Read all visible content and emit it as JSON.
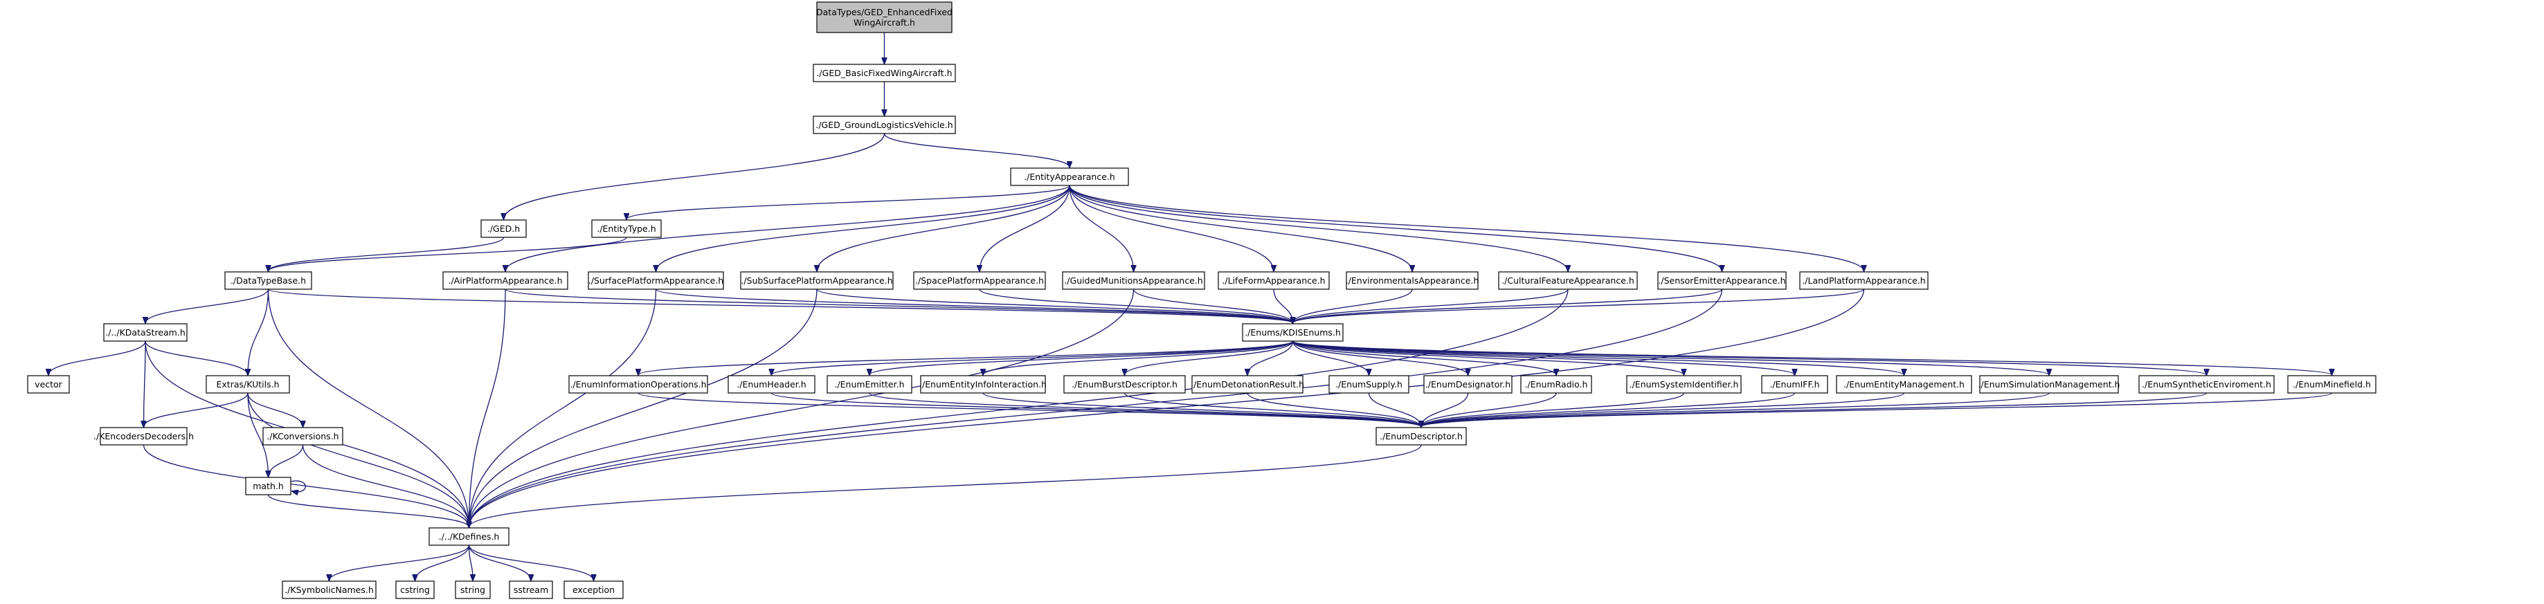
{
  "diagram": {
    "type": "include-dependency-graph",
    "colors": {
      "edge": "#191970",
      "root_fill": "#bfbfbf",
      "node_border": "#000000",
      "system_border": "#bfbfbf"
    },
    "nodes": [
      {
        "id": "root",
        "lines": [
          "DataTypes/GED_EnhancedFixed",
          "WingAircraft.h"
        ],
        "kind": "root"
      },
      {
        "id": "basicfixed",
        "lines": [
          "./GED_BasicFixedWingAircraft.h"
        ]
      },
      {
        "id": "groundlog",
        "lines": [
          "./GED_GroundLogisticsVehicle.h"
        ]
      },
      {
        "id": "entityapp",
        "lines": [
          "./EntityAppearance.h"
        ]
      },
      {
        "id": "ged",
        "lines": [
          "./GED.h"
        ]
      },
      {
        "id": "entitytype",
        "lines": [
          "./EntityType.h"
        ]
      },
      {
        "id": "datatypebase",
        "lines": [
          "./DataTypeBase.h"
        ]
      },
      {
        "id": "air",
        "lines": [
          "./AirPlatformAppearance.h"
        ]
      },
      {
        "id": "surface",
        "lines": [
          "./SurfacePlatformAppearance.h"
        ]
      },
      {
        "id": "subsurface",
        "lines": [
          "./SubSurfacePlatformAppearance.h"
        ]
      },
      {
        "id": "space",
        "lines": [
          "./SpacePlatformAppearance.h"
        ]
      },
      {
        "id": "guided",
        "lines": [
          "./GuidedMunitionsAppearance.h"
        ]
      },
      {
        "id": "lifeform",
        "lines": [
          "./LifeFormAppearance.h"
        ]
      },
      {
        "id": "envir",
        "lines": [
          "./EnvironmentalsAppearance.h"
        ]
      },
      {
        "id": "cultural",
        "lines": [
          "./CulturalFeatureAppearance.h"
        ]
      },
      {
        "id": "sensor",
        "lines": [
          "./SensorEmitterAppearance.h"
        ]
      },
      {
        "id": "land",
        "lines": [
          "./LandPlatformAppearance.h"
        ]
      },
      {
        "id": "datastream",
        "lines": [
          "./../KDataStream.h"
        ]
      },
      {
        "id": "kdisenums",
        "lines": [
          "./Enums/KDISEnums.h"
        ]
      },
      {
        "id": "vector",
        "lines": [
          "vector"
        ],
        "kind": "system"
      },
      {
        "id": "kutils",
        "lines": [
          "Extras/KUtils.h"
        ]
      },
      {
        "id": "infoops",
        "lines": [
          "./EnumInformationOperations.h"
        ]
      },
      {
        "id": "header",
        "lines": [
          "./EnumHeader.h"
        ]
      },
      {
        "id": "emitter",
        "lines": [
          "./EnumEmitter.h"
        ]
      },
      {
        "id": "entinfo",
        "lines": [
          "./EnumEntityInfoInteraction.h"
        ]
      },
      {
        "id": "burst",
        "lines": [
          "./EnumBurstDescriptor.h"
        ]
      },
      {
        "id": "deton",
        "lines": [
          "./EnumDetonationResult.h"
        ]
      },
      {
        "id": "supply",
        "lines": [
          "./EnumSupply.h"
        ]
      },
      {
        "id": "designator",
        "lines": [
          "./EnumDesignator.h"
        ]
      },
      {
        "id": "radio",
        "lines": [
          "./EnumRadio.h"
        ]
      },
      {
        "id": "sysid",
        "lines": [
          "./EnumSystemIdentifier.h"
        ]
      },
      {
        "id": "iff",
        "lines": [
          "./EnumIFF.h"
        ]
      },
      {
        "id": "entmgmt",
        "lines": [
          "./EnumEntityManagement.h"
        ]
      },
      {
        "id": "simmgmt",
        "lines": [
          "./EnumSimulationManagement.h"
        ]
      },
      {
        "id": "synth",
        "lines": [
          "./EnumSyntheticEnviroment.h"
        ]
      },
      {
        "id": "minefield",
        "lines": [
          "./EnumMinefield.h"
        ]
      },
      {
        "id": "encdec",
        "lines": [
          "./KEncodersDecoders.h"
        ]
      },
      {
        "id": "kconv",
        "lines": [
          "./KConversions.h"
        ]
      },
      {
        "id": "enumdesc",
        "lines": [
          "./EnumDescriptor.h"
        ]
      },
      {
        "id": "math",
        "lines": [
          "math.h"
        ]
      },
      {
        "id": "kdefines",
        "lines": [
          "./../KDefines.h"
        ]
      },
      {
        "id": "symbolic",
        "lines": [
          "./KSymbolicNames.h"
        ]
      },
      {
        "id": "cstring",
        "lines": [
          "cstring"
        ],
        "kind": "system"
      },
      {
        "id": "string",
        "lines": [
          "string"
        ],
        "kind": "system"
      },
      {
        "id": "sstream",
        "lines": [
          "sstream"
        ],
        "kind": "system"
      },
      {
        "id": "exception",
        "lines": [
          "exception"
        ],
        "kind": "system"
      }
    ],
    "edges": [
      [
        "root",
        "basicfixed"
      ],
      [
        "basicfixed",
        "groundlog"
      ],
      [
        "groundlog",
        "ged"
      ],
      [
        "groundlog",
        "entityapp"
      ],
      [
        "entityapp",
        "entitytype"
      ],
      [
        "entityapp",
        "air"
      ],
      [
        "entityapp",
        "surface"
      ],
      [
        "entityapp",
        "subsurface"
      ],
      [
        "entityapp",
        "space"
      ],
      [
        "entityapp",
        "guided"
      ],
      [
        "entityapp",
        "lifeform"
      ],
      [
        "entityapp",
        "envir"
      ],
      [
        "entityapp",
        "cultural"
      ],
      [
        "entityapp",
        "sensor"
      ],
      [
        "entityapp",
        "land"
      ],
      [
        "ged",
        "datatypebase"
      ],
      [
        "entitytype",
        "datatypebase"
      ],
      [
        "datatypebase",
        "datastream"
      ],
      [
        "datatypebase",
        "kdisenums"
      ],
      [
        "datatypebase",
        "kutils"
      ],
      [
        "datatypebase",
        "kdefines"
      ],
      [
        "air",
        "kdisenums"
      ],
      [
        "air",
        "kdefines"
      ],
      [
        "surface",
        "kdisenums"
      ],
      [
        "surface",
        "kdefines"
      ],
      [
        "subsurface",
        "kdisenums"
      ],
      [
        "subsurface",
        "kdefines"
      ],
      [
        "space",
        "kdisenums"
      ],
      [
        "guided",
        "kdisenums"
      ],
      [
        "guided",
        "kdefines"
      ],
      [
        "lifeform",
        "kdisenums"
      ],
      [
        "envir",
        "kdisenums"
      ],
      [
        "cultural",
        "kdisenums"
      ],
      [
        "cultural",
        "kdefines"
      ],
      [
        "sensor",
        "kdisenums"
      ],
      [
        "sensor",
        "kdefines"
      ],
      [
        "land",
        "kdisenums"
      ],
      [
        "land",
        "kdefines"
      ],
      [
        "datastream",
        "vector"
      ],
      [
        "datastream",
        "kutils"
      ],
      [
        "datastream",
        "encdec"
      ],
      [
        "datastream",
        "kdefines"
      ],
      [
        "kutils",
        "encdec"
      ],
      [
        "kutils",
        "kconv"
      ],
      [
        "kutils",
        "math"
      ],
      [
        "kutils",
        "kdefines"
      ],
      [
        "encdec",
        "kdefines"
      ],
      [
        "kconv",
        "math"
      ],
      [
        "kconv",
        "kdefines"
      ],
      [
        "math",
        "math"
      ],
      [
        "math",
        "kdefines"
      ],
      [
        "kdisenums",
        "infoops"
      ],
      [
        "kdisenums",
        "header"
      ],
      [
        "kdisenums",
        "emitter"
      ],
      [
        "kdisenums",
        "entinfo"
      ],
      [
        "kdisenums",
        "burst"
      ],
      [
        "kdisenums",
        "deton"
      ],
      [
        "kdisenums",
        "supply"
      ],
      [
        "kdisenums",
        "designator"
      ],
      [
        "kdisenums",
        "radio"
      ],
      [
        "kdisenums",
        "sysid"
      ],
      [
        "kdisenums",
        "iff"
      ],
      [
        "kdisenums",
        "entmgmt"
      ],
      [
        "kdisenums",
        "simmgmt"
      ],
      [
        "kdisenums",
        "synth"
      ],
      [
        "kdisenums",
        "minefield"
      ],
      [
        "infoops",
        "enumdesc"
      ],
      [
        "header",
        "enumdesc"
      ],
      [
        "emitter",
        "enumdesc"
      ],
      [
        "entinfo",
        "enumdesc"
      ],
      [
        "burst",
        "enumdesc"
      ],
      [
        "deton",
        "enumdesc"
      ],
      [
        "supply",
        "enumdesc"
      ],
      [
        "designator",
        "enumdesc"
      ],
      [
        "radio",
        "enumdesc"
      ],
      [
        "sysid",
        "enumdesc"
      ],
      [
        "iff",
        "enumdesc"
      ],
      [
        "entmgmt",
        "enumdesc"
      ],
      [
        "simmgmt",
        "enumdesc"
      ],
      [
        "synth",
        "enumdesc"
      ],
      [
        "minefield",
        "enumdesc"
      ],
      [
        "enumdesc",
        "kdefines"
      ],
      [
        "kdefines",
        "symbolic"
      ],
      [
        "kdefines",
        "cstring"
      ],
      [
        "kdefines",
        "string"
      ],
      [
        "kdefines",
        "sstream"
      ],
      [
        "kdefines",
        "exception"
      ]
    ]
  }
}
